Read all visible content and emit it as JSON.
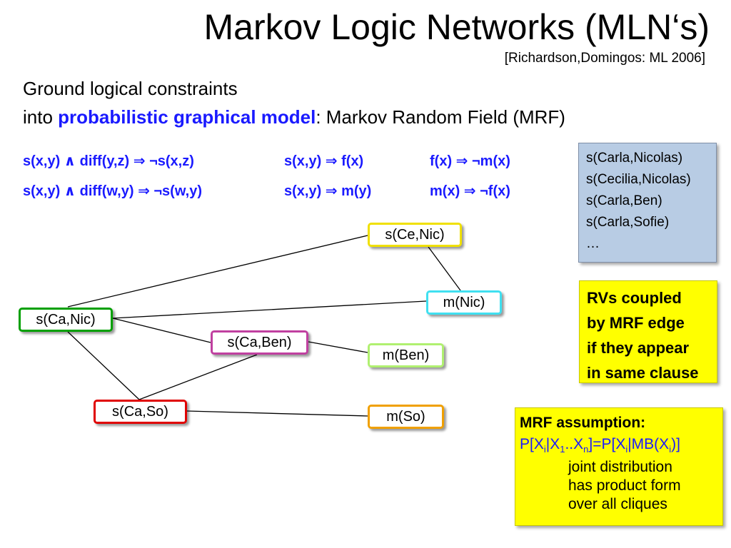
{
  "title": "Markov Logic Networks (MLN‘s)",
  "citation": "[Richardson,Domingos: ML 2006]",
  "intro": {
    "line1": "Ground logical constraints",
    "line2_prefix": "into ",
    "line2_highlight": "probabilistic graphical model",
    "line2_suffix": ": Markov Random Field (MRF)"
  },
  "rules": [
    "s(x,y) ∧ diff(y,z) ⇒ ¬s(x,z)",
    "s(x,y) ⇒ f(x)",
    "f(x) ⇒ ¬m(x)",
    "s(x,y) ∧ diff(w,y) ⇒ ¬s(w,y)",
    "s(x,y) ⇒ m(y)",
    "m(x) ⇒ ¬f(x)"
  ],
  "facts": [
    "s(Carla,Nicolas)",
    "s(Cecilia,Nicolas)",
    "s(Carla,Ben)",
    "s(Carla,Sofie)",
    "…"
  ],
  "rv_box": [
    "RVs coupled",
    "by MRF edge",
    "if they appear",
    "in same clause"
  ],
  "mrf_box": {
    "heading": "MRF assumption:",
    "formula": {
      "p1": "P[X",
      "s1": "i",
      "p2": "|X",
      "s2": "1",
      "p3": "..X",
      "s3": "n",
      "p4": "]=P[X",
      "s4": "i",
      "p5": "|MB(X",
      "s5": "i",
      "p6": ")]"
    },
    "description": [
      "joint distribution",
      "has product form",
      "over all cliques"
    ]
  },
  "graph": {
    "nodes": [
      {
        "id": "s_ca_nic",
        "label": "s(Ca,Nic)",
        "color": "#00a000"
      },
      {
        "id": "s_ce_nic",
        "label": "s(Ce,Nic)",
        "color": "#f0e000"
      },
      {
        "id": "m_nic",
        "label": "m(Nic)",
        "color": "#40e0f0"
      },
      {
        "id": "s_ca_ben",
        "label": "s(Ca,Ben)",
        "color": "#c040a0"
      },
      {
        "id": "m_ben",
        "label": "m(Ben)",
        "color": "#b0f070"
      },
      {
        "id": "s_ca_so",
        "label": "s(Ca,So)",
        "color": "#e00000"
      },
      {
        "id": "m_so",
        "label": "m(So)",
        "color": "#f0a000"
      }
    ],
    "edges": [
      [
        "s_ca_nic",
        "s_ce_nic"
      ],
      [
        "s_ce_nic",
        "m_nic"
      ],
      [
        "s_ca_nic",
        "m_nic"
      ],
      [
        "s_ca_nic",
        "s_ca_ben"
      ],
      [
        "s_ca_nic",
        "s_ca_so"
      ],
      [
        "s_ca_ben",
        "m_ben"
      ],
      [
        "s_ca_ben",
        "s_ca_so"
      ],
      [
        "s_ca_so",
        "m_so"
      ]
    ]
  }
}
